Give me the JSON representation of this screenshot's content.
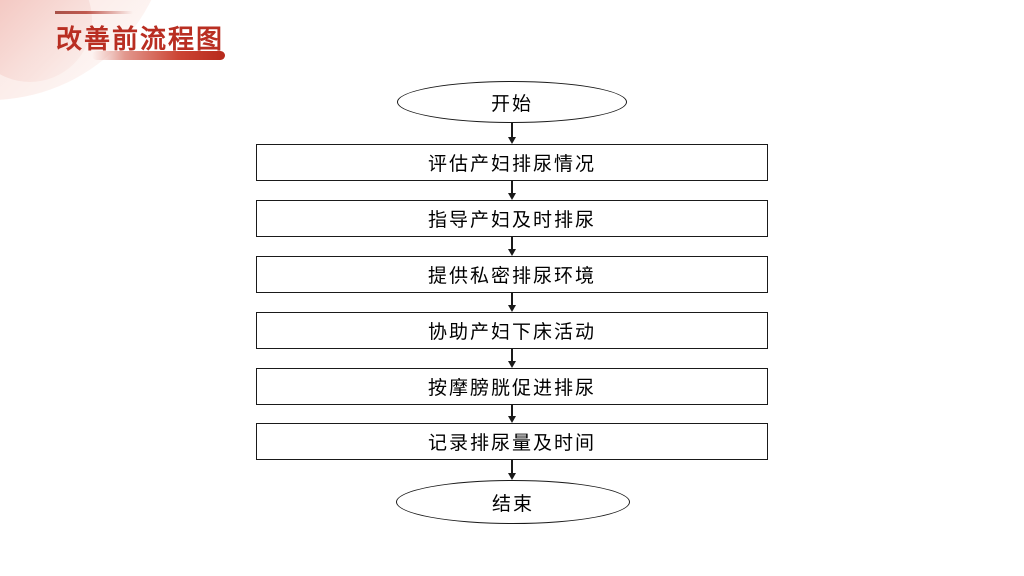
{
  "slide": {
    "title": "改善前流程图",
    "accent_color": "#b92e22",
    "shape_stroke_color": "#1a1a1a",
    "decor": {
      "circle_color": "#f1c3bd"
    }
  },
  "flowchart": {
    "start_label": "开始",
    "end_label": "结束",
    "steps": [
      {
        "label": "评估产妇排尿情况"
      },
      {
        "label": "指导产妇及时排尿"
      },
      {
        "label": "提供私密排尿环境"
      },
      {
        "label": "协助产妇下床活动"
      },
      {
        "label": "按摩膀胱促进排尿"
      },
      {
        "label": "记录排尿量及时间"
      }
    ]
  }
}
